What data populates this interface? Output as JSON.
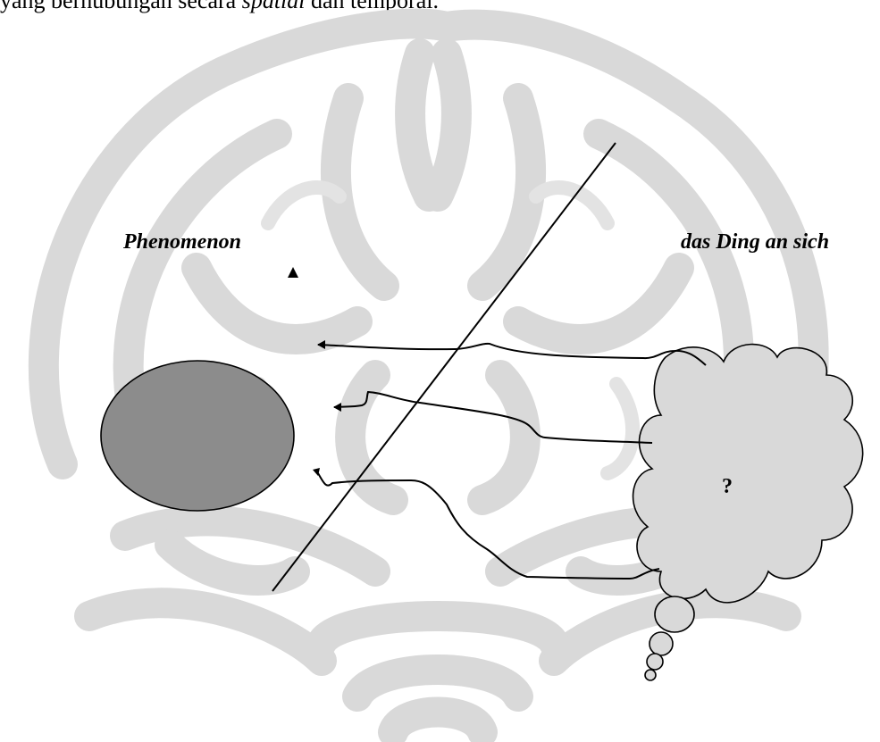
{
  "header": {
    "text_before": "yang berhubungan secara ",
    "text_italic": "spatial",
    "text_after": " dan temporal."
  },
  "diagram": {
    "phenomenon_label": "Phenomenon",
    "ding_label": "das Ding an sich",
    "question_label": "?"
  },
  "colors": {
    "watermark": "#d9d9d9",
    "ellipse_fill": "#8c8c8c",
    "cloud_fill": "#d9d9d9",
    "stroke": "#000000"
  }
}
